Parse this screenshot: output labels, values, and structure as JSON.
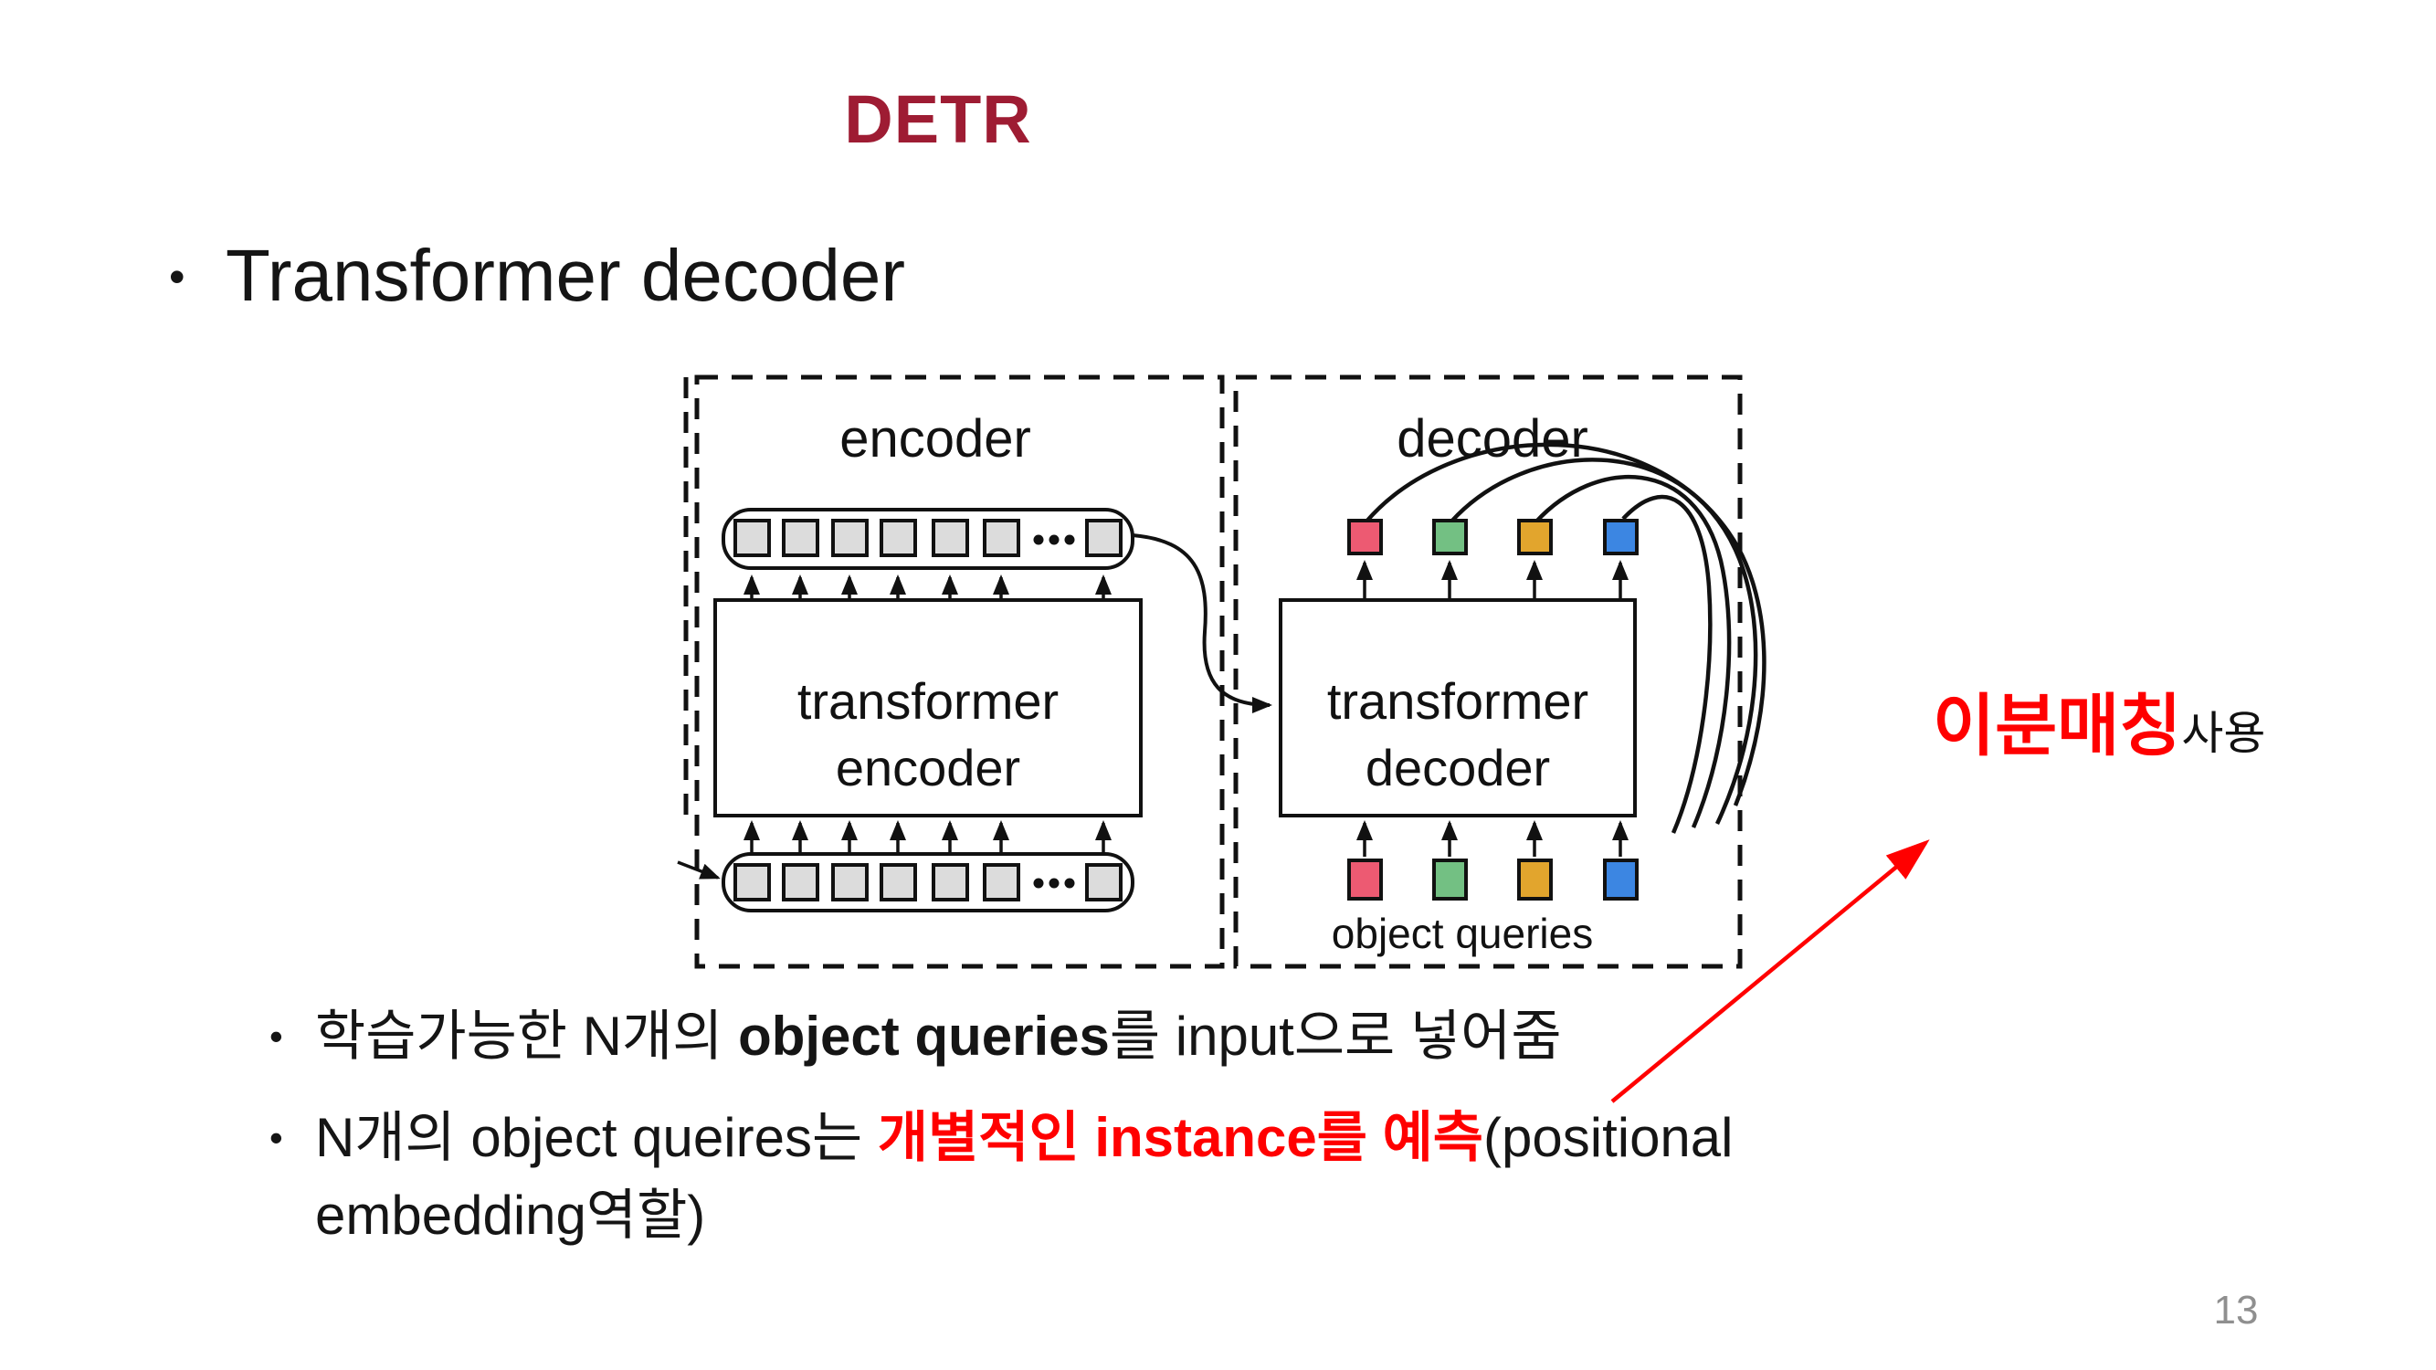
{
  "slide": {
    "title": "DETR",
    "heading": {
      "marker": "•",
      "text": "Transformer decoder"
    },
    "diagram": {
      "encoder_panel_label": "encoder",
      "decoder_panel_label": "decoder",
      "encoder_box_line1": "transformer",
      "encoder_box_line2": "encoder",
      "decoder_box_line1": "transformer",
      "decoder_box_line2": "decoder",
      "object_queries_label": "object queries",
      "colors": {
        "token_gray": "#dcdcdc",
        "query_pink": "#ED5A72",
        "query_green": "#73C083",
        "query_gold": "#E2A52D",
        "query_blue": "#3C86E2",
        "line_black": "#111111"
      }
    },
    "annotation": {
      "red_text": "이분매칭",
      "black_text": "사용",
      "arrow_color": "#FF0000"
    },
    "bullets": [
      {
        "marker": "•",
        "pre": "학습가능한 N개의 ",
        "bold": "object queries",
        "post": "를 input으로 넣어줌"
      },
      {
        "marker": "•",
        "pre": "N개의 object queires는 ",
        "redbold": "개별적인 instance를 예측",
        "post": "(positional",
        "line2": "embedding역할)"
      }
    ],
    "page_number": "13",
    "colors": {
      "title": "#9E1C33",
      "accent_red": "#FF0000",
      "page_number_gray": "#8f8f8f"
    }
  }
}
